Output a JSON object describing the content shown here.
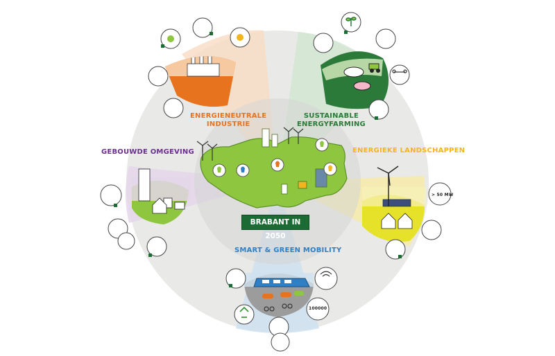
{
  "center_label": "BRABANT IN 2050",
  "themes": [
    {
      "id": "industrie",
      "lines": [
        "ENERGIENEUTRALE",
        "INDUSTRIE"
      ],
      "color": "#e8731f"
    },
    {
      "id": "farming",
      "lines": [
        "SUSTAINABLE",
        "ENERGYFARMING"
      ],
      "color": "#2b7a3a"
    },
    {
      "id": "landschappen",
      "lines": [
        "ENERGIEKE LANDSCHAPPEN"
      ],
      "color": "#f2b51d"
    },
    {
      "id": "mobility",
      "lines": [
        "SMART & GREEN MOBILITY"
      ],
      "color": "#2f7fc4"
    },
    {
      "id": "omgeving",
      "lines": [
        "GEBOUWDE OMGEVING"
      ],
      "color": "#6a2f8e"
    }
  ],
  "bubble_texts": {
    "wind_power": "> 50 MW",
    "ev_range": "100000"
  },
  "icons": [
    "factory-icon",
    "sun-icon",
    "wind-turbine-icon",
    "cow-icon",
    "tractor-icon",
    "drone-icon",
    "plant-icon",
    "house-icon",
    "recycle-icon",
    "bus-icon",
    "car-icon",
    "bicycle-icon",
    "wifi-icon",
    "lightbulb-icon",
    "power-plug-icon"
  ]
}
